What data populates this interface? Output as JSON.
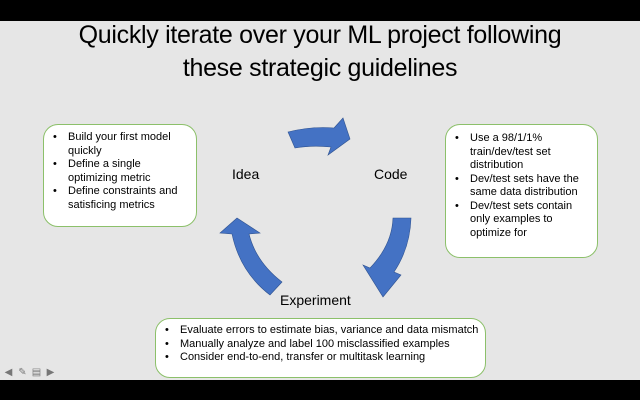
{
  "title": {
    "line1": "Quickly iterate over your ML project following",
    "line2": "these strategic guidelines"
  },
  "cycle": {
    "idea": "Idea",
    "code": "Code",
    "experiment": "Experiment"
  },
  "idea_box": {
    "items": [
      "Build your first model quickly",
      "Define a single optimizing metric",
      "Define constraints and satisficing metrics"
    ]
  },
  "code_box": {
    "items": [
      "Use a 98/1/1% train/dev/test set distribution",
      "Dev/test sets have the same data distribution",
      "Dev/test sets contain only examples to optimize for"
    ]
  },
  "experiment_box": {
    "items": [
      "Evaluate errors to estimate bias, variance and data mismatch",
      "Manually analyze and label 100 misclassified examples",
      "Consider end-to-end, transfer or multitask learning"
    ]
  },
  "colors": {
    "arrow": "#4472c4",
    "box_border": "#8cc06a",
    "background": "#e6e6e6"
  },
  "nav_icons": [
    "arrow-left-icon",
    "pen-icon",
    "slides-icon",
    "arrow-right-icon"
  ]
}
